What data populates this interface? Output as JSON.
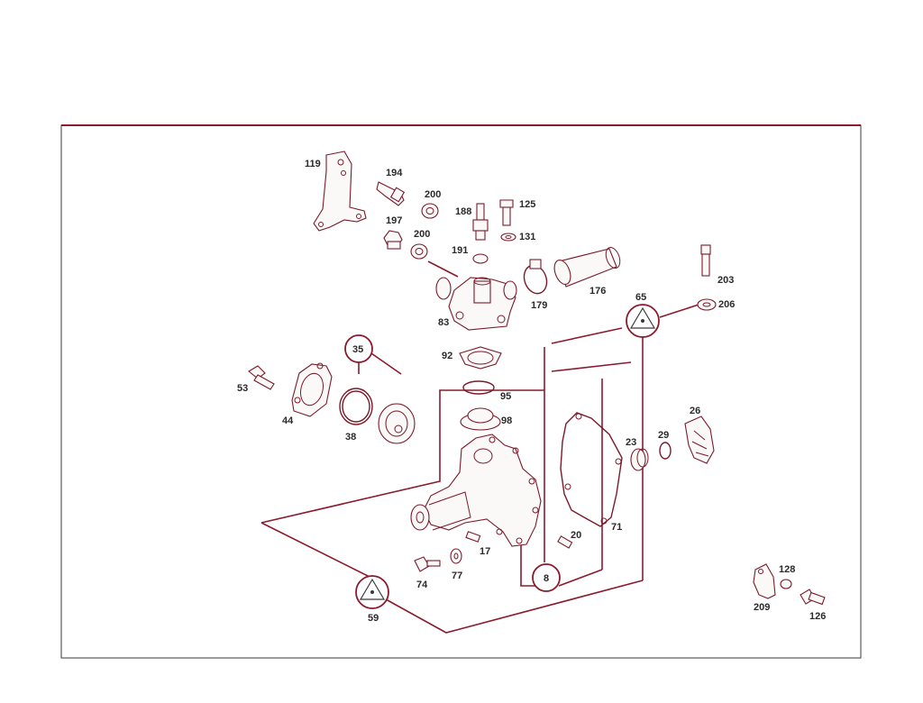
{
  "diagram": {
    "type": "exploded parts diagram",
    "callouts": [
      {
        "id": "119",
        "text": "119"
      },
      {
        "id": "194",
        "text": "194"
      },
      {
        "id": "200a",
        "text": "200"
      },
      {
        "id": "188",
        "text": "188"
      },
      {
        "id": "125",
        "text": "125"
      },
      {
        "id": "197",
        "text": "197"
      },
      {
        "id": "200b",
        "text": "200"
      },
      {
        "id": "191",
        "text": "191"
      },
      {
        "id": "131",
        "text": "131"
      },
      {
        "id": "176",
        "text": "176"
      },
      {
        "id": "179",
        "text": "179"
      },
      {
        "id": "83",
        "text": "83"
      },
      {
        "id": "203",
        "text": "203"
      },
      {
        "id": "206",
        "text": "206"
      },
      {
        "id": "65",
        "text": "65"
      },
      {
        "id": "92",
        "text": "92"
      },
      {
        "id": "95",
        "text": "95"
      },
      {
        "id": "98",
        "text": "98"
      },
      {
        "id": "35",
        "text": "35"
      },
      {
        "id": "53",
        "text": "53"
      },
      {
        "id": "44",
        "text": "44"
      },
      {
        "id": "38",
        "text": "38"
      },
      {
        "id": "26",
        "text": "26"
      },
      {
        "id": "23",
        "text": "23"
      },
      {
        "id": "29",
        "text": "29"
      },
      {
        "id": "71",
        "text": "71"
      },
      {
        "id": "20",
        "text": "20"
      },
      {
        "id": "17",
        "text": "17"
      },
      {
        "id": "74",
        "text": "74"
      },
      {
        "id": "77",
        "text": "77"
      },
      {
        "id": "8",
        "text": "8"
      },
      {
        "id": "59",
        "text": "59"
      },
      {
        "id": "128",
        "text": "128"
      },
      {
        "id": "209",
        "text": "209"
      },
      {
        "id": "126",
        "text": "126"
      }
    ]
  },
  "colors": {
    "line": "#8b1a2e",
    "part_stroke": "#7a1a2a",
    "text": "#2a2a2a",
    "background": "#ffffff"
  }
}
